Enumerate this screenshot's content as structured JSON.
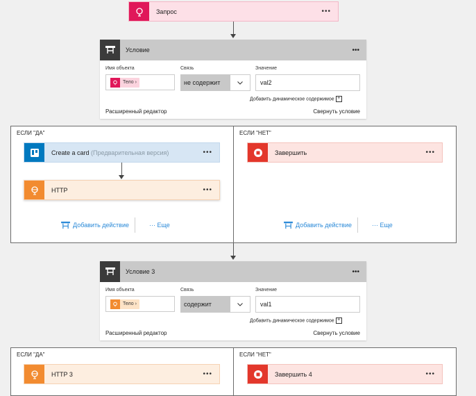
{
  "trigger": {
    "title": "Запрос",
    "more": "•••"
  },
  "condition1": {
    "title": "Условие",
    "more": "•••",
    "object_label": "Имя объекта",
    "object_token": "Тело",
    "token_chevron": "›",
    "relation_label": "Связь",
    "relation_value": "не содержит",
    "value_label": "Значение",
    "value": "val2",
    "add_dynamic": "Добавить динамическое содержимое",
    "advanced_editor": "Расширенный редактор",
    "collapse": "Свернуть условие"
  },
  "branch_yes_1": {
    "label": "ЕСЛИ \"ДА\"",
    "card_trello": {
      "title": "Create a card",
      "subtitle": "(Предварительная версия)",
      "more": "•••"
    },
    "card_http": {
      "title": "HTTP",
      "more": "•••"
    },
    "add_action": "Добавить действие",
    "more_link": "··· Еще"
  },
  "branch_no_1": {
    "label": "ЕСЛИ \"НЕТ\"",
    "card_terminate": {
      "title": "Завершить",
      "more": "•••"
    },
    "add_action": "Добавить действие",
    "more_link": "··· Еще"
  },
  "condition3": {
    "title": "Условие 3",
    "more": "•••",
    "object_label": "Имя объекта",
    "object_token": "Тело",
    "token_chevron": "›",
    "relation_label": "Связь",
    "relation_value": "содержит",
    "value_label": "Значение",
    "value": "val1",
    "add_dynamic": "Добавить динамическое содержимое",
    "advanced_editor": "Расширенный редактор",
    "collapse": "Свернуть условие"
  },
  "branch_yes_3": {
    "label": "ЕСЛИ \"ДА\"",
    "card_http3": {
      "title": "HTTP 3",
      "more": "•••"
    }
  },
  "branch_no_3": {
    "label": "ЕСЛИ \"НЕТ\"",
    "card_terminate4": {
      "title": "Завершить 4",
      "more": "•••"
    }
  },
  "colors": {
    "request_pink": "#e0185a",
    "trello_blue": "#0079bf",
    "http_orange": "#f28b30",
    "terminate_red": "#e3372b",
    "link_blue": "#2b8ad8"
  }
}
